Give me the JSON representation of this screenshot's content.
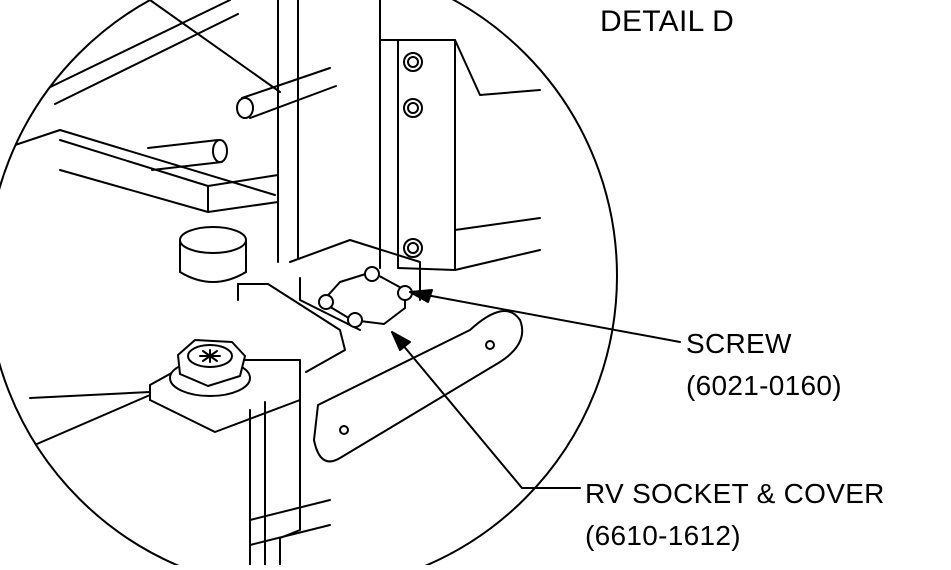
{
  "title": "DETAIL D",
  "callouts": {
    "screw": {
      "name": "SCREW",
      "part_number": "(6021-0160)"
    },
    "socket": {
      "name": "RV SOCKET & COVER",
      "part_number": "(6610-1612)"
    }
  },
  "colors": {
    "line": "#000000",
    "background": "#ffffff",
    "part_fill": "#ffffff"
  }
}
